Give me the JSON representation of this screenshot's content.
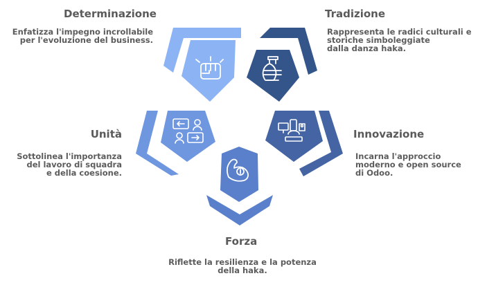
{
  "segments": [
    {
      "id": "determinazione",
      "title": "Determinazione",
      "description": [
        "Enfatizza l'impegno incrollabile",
        "per l'evoluzione del business."
      ],
      "icon": "raised-fist-icon",
      "color": "#8cb4f5",
      "frame_color": "#8cb4f5"
    },
    {
      "id": "tradizione",
      "title": "Tradizione",
      "description": [
        "Rappresenta le radici culturali e",
        "storiche simboleggiate",
        "dalla danza haka."
      ],
      "icon": "vase-icon",
      "color": "#34558a",
      "frame_color": "#34558a"
    },
    {
      "id": "unita",
      "title": "Unità",
      "description": [
        "Sottolinea l'importanza",
        "del lavoro di squadra",
        "e della coesione."
      ],
      "icon": "team-chat-icon",
      "color": "#6f97e0",
      "frame_color": "#6f97e0"
    },
    {
      "id": "innovazione",
      "title": "Innovazione",
      "description": [
        "Incarna l'approccio",
        "moderno e open source",
        "di Odoo."
      ],
      "icon": "devices-icon",
      "color": "#4464a4",
      "frame_color": "#4464a4"
    },
    {
      "id": "forza",
      "title": "Forza",
      "description": [
        "Riflette la resilienza e la potenza",
        "della haka."
      ],
      "icon": "flexed-arm-icon",
      "color": "#5a80cc",
      "frame_color": "#5a80cc"
    }
  ]
}
